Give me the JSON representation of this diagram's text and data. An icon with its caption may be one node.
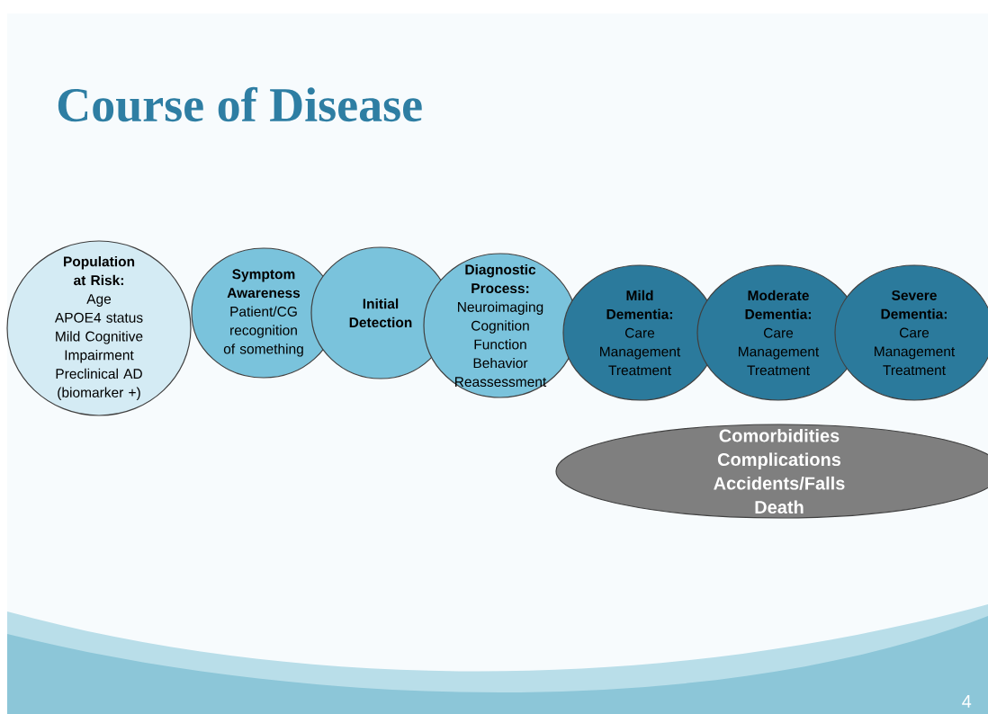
{
  "diagram": {
    "title": "Course of Disease",
    "nodes": [
      {
        "text": [
          "Population at Risk:",
          "Age",
          "APOE4 status",
          "Mild Cognitive Impairment",
          "Preclinical AD",
          "(biomarker +)"
        ]
      },
      {
        "text": [
          "Symptom Awareness",
          "Patient/CG recognition of something"
        ]
      },
      {
        "text": [
          "Initial Detection"
        ]
      },
      {
        "text": [
          "Diagnostic Process:",
          "Neuroimaging",
          "Cognition",
          "Function",
          "Behavior",
          "Reassessment"
        ]
      },
      {
        "text": [
          "Mild Dementia:",
          "Care Management",
          "Treatment"
        ]
      },
      {
        "text": [
          "Moderate Dementia:",
          "Care Management",
          "Treatment"
        ]
      },
      {
        "text": [
          "Severe Dementia:",
          "Care Management",
          "Treatment"
        ]
      },
      {
        "text": [
          "Comorbidities",
          "Complications",
          "Accidents/Falls",
          "Death"
        ]
      }
    ],
    "labels": [
      "4"
    ]
  }
}
